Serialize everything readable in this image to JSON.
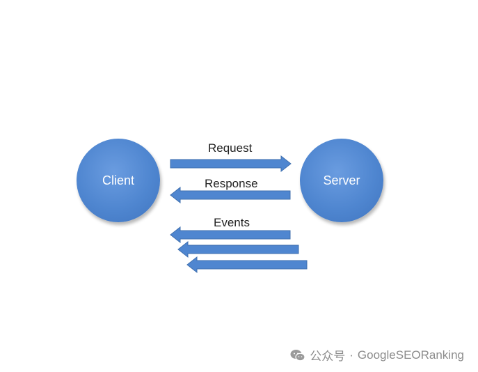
{
  "diagram": {
    "nodes": {
      "client": "Client",
      "server": "Server"
    },
    "edges": {
      "request": {
        "label": "Request",
        "from": "Client",
        "to": "Server"
      },
      "response": {
        "label": "Response",
        "from": "Server",
        "to": "Client"
      },
      "events": {
        "label": "Events",
        "from": "Server",
        "to": "Client",
        "arrow_count": 3
      }
    }
  },
  "watermark": {
    "platform": "公众号",
    "separator": "·",
    "account": "GoogleSEORanking"
  },
  "colors": {
    "node_fill": "#4f86d0",
    "arrow_fill": "#4f86d0",
    "arrow_stroke": "#3f6fae",
    "label_text": "#222222",
    "watermark_text": "#8c8c8c"
  }
}
